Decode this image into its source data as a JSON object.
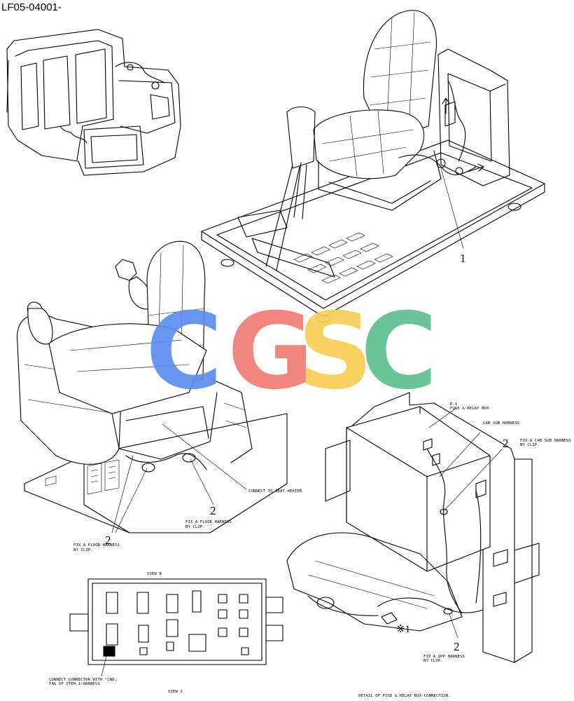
{
  "page_code": "LF05-04001-",
  "callouts": {
    "one": "1",
    "two_left": "2",
    "two_middle": "2",
    "two_right_top": "2",
    "two_right_bottom": "2",
    "x1": "※1"
  },
  "notes": {
    "fuse_box_id": "E-1",
    "fuse_box_name": "FUSE & RELAY BOX",
    "cab_sub_harness": "CAB SUB HARNESS",
    "fix_cab_line1": "FIX A CAB SUB HARNESS",
    "fix_cab_line2": "BY CLIP.",
    "seat_heater": "CONNECT TO SEAT HEATER",
    "fix_floor_mid_line1": "FIX A FLOOR HARNESS",
    "fix_floor_mid_line2": "BY CLIP.",
    "fix_floor_left_line1": "FIX A FLOOR HARNESS",
    "fix_floor_left_line2": "BY CLIP.",
    "fix_upp_line1": "FIX A UPP HARNESS",
    "fix_upp_line2": "BY CLIP.",
    "connect_cnb_line1": "CONNECT CONNECTOR WITH \"CN8.",
    "connect_cnb_line2": "TAG OF ITEM 1:HARNESS",
    "view_b_top": "VIEW B",
    "view_i_bottom": "VIEW I",
    "detail_caption": "DETAIL OF FUSE & RELAY BOX CONNECTION."
  },
  "watermark": {
    "letters": [
      "C",
      "G",
      "S",
      "C"
    ],
    "colors": [
      "#5b8def",
      "#f07c74",
      "#f7cf55",
      "#5fbf8f"
    ]
  }
}
